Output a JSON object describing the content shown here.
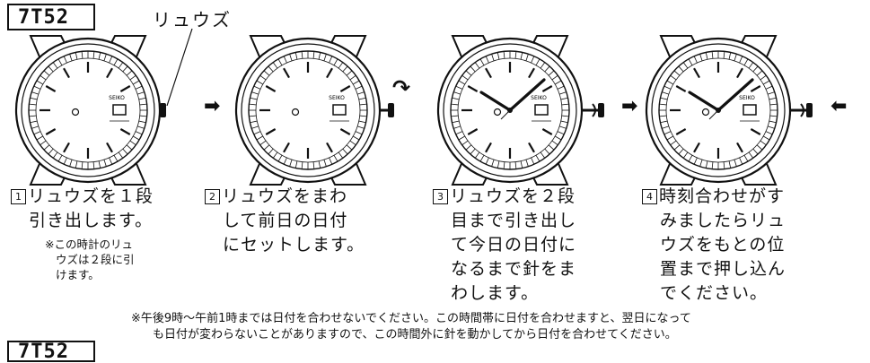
{
  "model_label": "7T52",
  "crown_label": "リュウズ",
  "watch_brand": "SEIKO",
  "steps": [
    {
      "number": "1",
      "lines": [
        "リュウズを１段",
        "引き出します。"
      ]
    },
    {
      "number": "2",
      "lines": [
        "リュウズをまわ",
        "して前日の日付",
        "にセットします。"
      ]
    },
    {
      "number": "3",
      "lines": [
        "リュウズを２段",
        "目まで引き出し",
        "て今日の日付に",
        "なるまで針をま",
        "わします。"
      ]
    },
    {
      "number": "4",
      "lines": [
        "時刻合わせがす",
        "みましたらリュ",
        "ウズをもとの位",
        "置まで押し込ん",
        "でください。"
      ]
    }
  ],
  "step1_note": [
    "※この時計のリュ",
    "ウズは２段に引",
    "けます。"
  ],
  "footnote": [
    "※午後9時〜午前1時までは日付を合わせないでください。この時間帯に日付を合わせますと、翌日になって",
    "も日付が変わらないことがありますので、この時間外に針を動かしてから日付を合わせてください。"
  ],
  "arrow_icons": [
    "arrow-right",
    "rotate-arrow",
    "arrow-right",
    "arrow-left"
  ]
}
